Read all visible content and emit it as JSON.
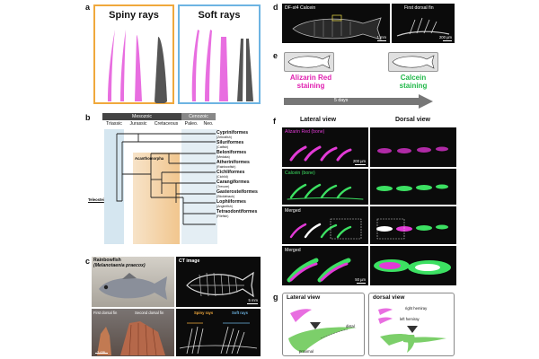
{
  "panel_a": {
    "label": "a",
    "spiny_title": "Spiny rays",
    "soft_title": "Soft rays",
    "spiny_color": "#f0a83c",
    "soft_color": "#6db4e2",
    "ray_color": "#e86ee0"
  },
  "panel_b": {
    "label": "b",
    "eras": [
      "Mesozoic",
      "Cenozoic"
    ],
    "periods": [
      "Triassic",
      "Jurassic",
      "Cretaceous",
      "Paleo.",
      "Neo."
    ],
    "clade_teleostei": "Teleostei",
    "clade_acanthomorpha": "Acanthomorpha",
    "taxa": [
      {
        "name": "Cypriniformes",
        "common": "(Zebrafish)"
      },
      {
        "name": "Siluriformes",
        "common": "(Catfish)"
      },
      {
        "name": "Beloniformes",
        "common": "(Medaka)"
      },
      {
        "name": "Atheriniformes",
        "common": "(Rainbowfish)"
      },
      {
        "name": "Cichliformes",
        "common": "(Cichlid)"
      },
      {
        "name": "Carangiformes",
        "common": "(Trevore)"
      },
      {
        "name": "Gasterosteiformes",
        "common": "(Stickleback)"
      },
      {
        "name": "Lophiiformes",
        "common": "(Anglerfish)"
      },
      {
        "name": "Tetraodontiformes",
        "common": "(Filefish)"
      }
    ]
  },
  "panel_c": {
    "label": "c",
    "title": "Rainbowfish",
    "species": "(Melanotaenia praecox)",
    "ct_label": "CT image",
    "first_fin": "First dorsal fin",
    "second_fin": "Second dorsal fin",
    "spiny_label": "Spiny rays",
    "soft_label": "Soft rays",
    "scale1": "1 cm",
    "scale2": "5 mm"
  },
  "panel_d": {
    "label": "d",
    "title": "DF-st4 Calcein",
    "inset_label": "First dorsal fin",
    "scale1": "1 mm",
    "scale2": "200 µm"
  },
  "panel_e": {
    "label": "e",
    "step1_line1": "Alizarin Red",
    "step1_line2": "staining",
    "step2_line1": "Calcein",
    "step2_line2": "staining",
    "duration": "5 days"
  },
  "panel_f": {
    "label": "f",
    "col1": "Lateral view",
    "col2": "Dorsal view",
    "row1": "Alizarin Red (bone)",
    "row2": "Calcein (bone)",
    "row3": "Merged",
    "row4": "Merged",
    "scale1": "200 µm",
    "scale2": "50 µm"
  },
  "panel_g": {
    "label": "g",
    "col1": "Lateral view",
    "col2": "dorsal view",
    "right": "right hemiray",
    "left": "left hemiray",
    "distal": "distal",
    "proximal": "proximal"
  }
}
